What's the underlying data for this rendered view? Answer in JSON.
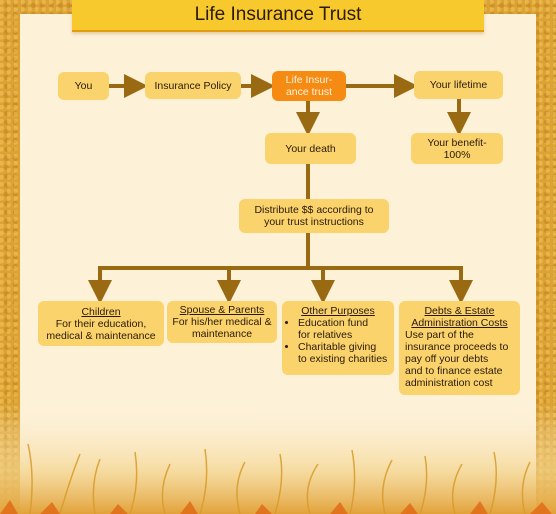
{
  "title": "Life Insurance Trust",
  "nodes": {
    "you": "You",
    "policy": "Insurance Policy",
    "trust_line1": "Life Insur-",
    "trust_line2": "ance trust",
    "lifetime": "Your lifetime",
    "benefit_line1": "Your benefit-",
    "benefit_line2": "100%",
    "death": "Your death",
    "distribute_line1": "Distribute $$ according to",
    "distribute_line2": "your trust instructions"
  },
  "children": {
    "heading": "Children",
    "line1": "For their education,",
    "line2": "medical & maintenance"
  },
  "spouse": {
    "heading": "Spouse & Parents",
    "line1": "For his/her medical &",
    "line2": "maintenance"
  },
  "other": {
    "heading": "Other Purposes",
    "bullet1_line1": "Education fund",
    "bullet1_line2": "for relatives",
    "bullet2_line1": "Charitable giving",
    "bullet2_line2": "to existing charities"
  },
  "debts": {
    "heading_line1": "Debts & Estate",
    "heading_line2": "Administration Costs",
    "line1": "Use part of the",
    "line2": "insurance proceeds to",
    "line3": "pay off your debts",
    "line4": "and to finance estate",
    "line5": "administration cost"
  },
  "colors": {
    "border": "#dca233",
    "panel": "#fdf1d8",
    "box": "#fbd36c",
    "highlight_box": "#f58b12",
    "arrow": "#9a6a12",
    "banner": "#f8c92c"
  }
}
